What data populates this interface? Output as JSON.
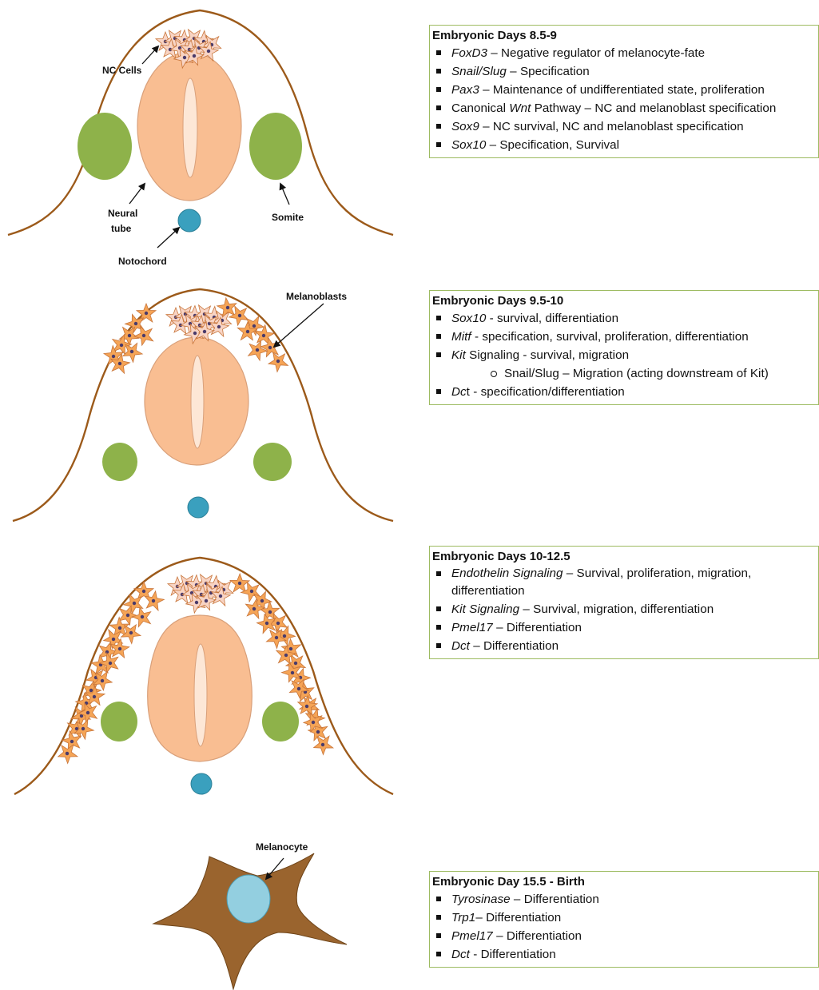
{
  "labels": {
    "nc_cells": "NC Cells",
    "neural_tube_line1": "Neural",
    "neural_tube_line2": "tube",
    "somite": "Somite",
    "notochord": "Notochord",
    "melanoblasts": "Melanoblasts",
    "melanocyte": "Melanocyte"
  },
  "colors": {
    "ectoderm": "#9c5a1a",
    "neural_tube": "#f9be92",
    "lumen": "#fde7d6",
    "somite": "#8eb24a",
    "notochord": "#3aa0be",
    "melanoblast": "#f5a456",
    "nc_cell": "#f8d4c4",
    "nucleus": "#4a3b6b",
    "melanocyte": "#9a642e",
    "melanocyte_nucleus": "#93cfe0",
    "box_border": "#9dbb61"
  },
  "panels": [
    {
      "title": "Embryonic Days 8.5-9",
      "items": [
        {
          "gene": "FoxD3",
          "sep": " – ",
          "text": "Negative regulator of melanocyte-fate"
        },
        {
          "gene": "Snail/Slug",
          "sep": " – ",
          "text": "Specification"
        },
        {
          "gene": "Pax3",
          "sep": " – ",
          "text": "Maintenance of undifferentiated state, proliferation"
        },
        {
          "pre": "Canonical ",
          "gene": "Wnt",
          "sep": " Pathway – ",
          "text": "NC and melanoblast specification"
        },
        {
          "gene": "Sox9",
          "sep": " – ",
          "text": "NC survival, NC and melanoblast specification"
        },
        {
          "gene": "Sox10",
          "sep": " – ",
          "text": "Specification, Survival"
        }
      ]
    },
    {
      "title": "Embryonic Days 9.5-10",
      "items": [
        {
          "gene": "Sox10",
          "sep": " - ",
          "text": "survival, differentiation"
        },
        {
          "gene": "Mitf",
          "sep": " - ",
          "text": "specification, survival, proliferation, differentiation"
        },
        {
          "gene": "Kit",
          "sep": " Signaling - ",
          "text": "survival, migration"
        },
        {
          "sub": true,
          "text": "Snail/Slug – Migration (acting downstream of Kit)"
        },
        {
          "gene": "Dc",
          "sep": "t - ",
          "text": "specification/differentiation"
        }
      ]
    },
    {
      "title": "Embryonic Days 10-12.5",
      "items": [
        {
          "gene": "Endothelin Signaling",
          "sep": " – ",
          "text": "Survival, proliferation, migration, differentiation",
          "wrap": true
        },
        {
          "gene": "Kit Signaling",
          "sep": " – ",
          "text": "Survival, migration, differentiation"
        },
        {
          "gene": "Pmel17",
          "sep": " – ",
          "text": "Differentiation"
        },
        {
          "gene": "Dct",
          "sep": " – ",
          "text": "Differentiation"
        }
      ]
    },
    {
      "title": "Embryonic Day 15.5 - Birth",
      "items": [
        {
          "gene": "Tyrosinase",
          "sep": " – ",
          "text": "Differentiation"
        },
        {
          "gene": "Trp1",
          "sep": "– ",
          "text": "Differentiation"
        },
        {
          "gene": "Pmel17",
          "sep": " – ",
          "text": "Differentiation"
        },
        {
          "gene": "Dct",
          "sep": " - ",
          "text": "Differentiation"
        }
      ]
    }
  ]
}
